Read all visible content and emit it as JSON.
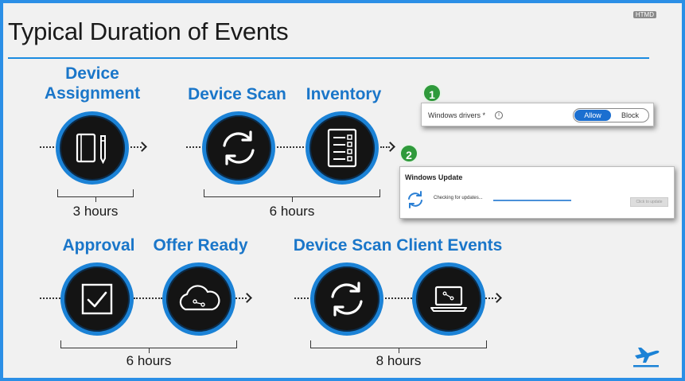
{
  "slide": {
    "title": "Typical Duration of Events",
    "watermark": "HTMD"
  },
  "steps": {
    "device_assignment": "Device\nAssignment",
    "device_scan": "Device Scan",
    "inventory": "Inventory",
    "approval": "Approval",
    "offer_ready": "Offer Ready",
    "device_scan_client_events": "Device Scan Client Events"
  },
  "durations": {
    "assignment": "3 hours",
    "scan_inventory": "6 hours",
    "approval_offer": "6 hours",
    "client_events": "8 hours"
  },
  "icons": {
    "device_assignment": "notebook-pen-icon",
    "device_scan": "sync-icon",
    "inventory": "checklist-icon",
    "approval": "checkbox-icon",
    "offer_ready": "cloud-icon",
    "client_events": "laptop-icon",
    "logo": "airplane-icon"
  },
  "callouts": {
    "badge1": "1",
    "badge2": "2",
    "drivers_label": "Windows drivers *",
    "toggle_allow": "Allow",
    "toggle_block": "Block",
    "update_title": "Windows Update",
    "update_status": "Checking for updates...",
    "update_button": "Click to update"
  },
  "colors": {
    "accent": "#1b82d6",
    "label_blue": "#1a76c9",
    "frame": "#2b8fe6",
    "badge_green": "#2f9a3b"
  }
}
